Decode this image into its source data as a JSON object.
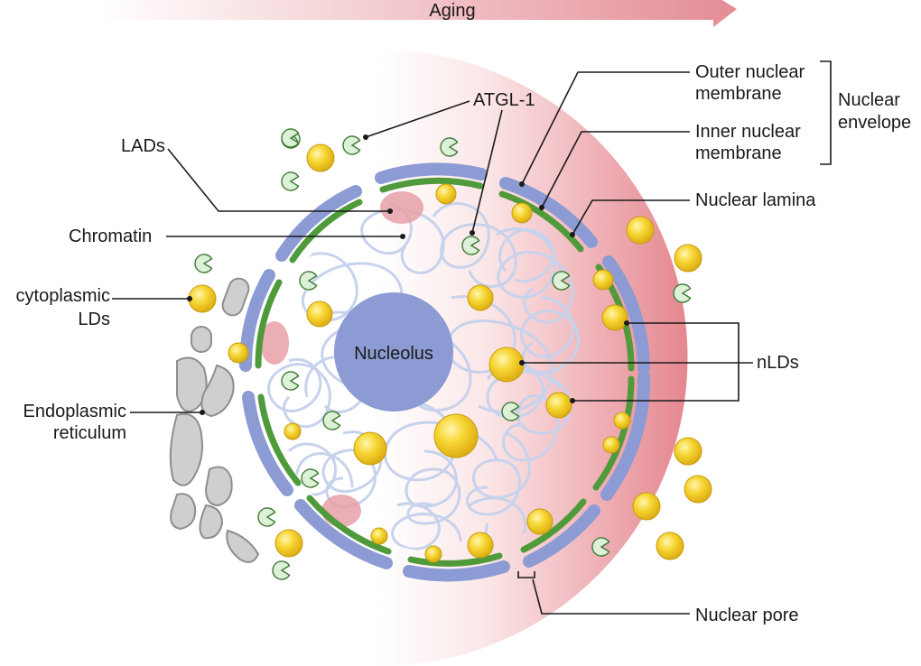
{
  "colors": {
    "aging_gradient_start": "#ffffff",
    "aging_gradient_end": "#e48c95",
    "outer_membrane": "#8c9bd3",
    "inner_membrane": "#4f9a3a",
    "chromatin": "#c7d2ec",
    "nucleolus": "#8c9bd3",
    "lipid_droplet": "#f3cf2a",
    "atgl": "#d9f0d6",
    "er": "#c9c9c9",
    "lad": "#e8a0a8"
  },
  "labels": {
    "aging": "Aging",
    "atgl": "ATGL-1",
    "lads": "LADs",
    "chromatin": "Chromatin",
    "cyto_lds": [
      "cytoplasmic",
      "LDs"
    ],
    "er": [
      "Endoplasmic",
      "reticulum"
    ],
    "nucleolus": "Nucleolus",
    "outer_membrane": [
      "Outer nuclear",
      "membrane"
    ],
    "inner_membrane": [
      "Inner nuclear",
      "membrane"
    ],
    "nuclear_envelope": [
      "Nuclear",
      "envelope"
    ],
    "nuclear_lamina": "Nuclear lamina",
    "nlds": "nLDs",
    "nuclear_pore": "Nuclear pore"
  },
  "icons": {
    "lipid_droplet": "lipid-droplet-icon",
    "atgl": "atgl-pacman-icon"
  }
}
